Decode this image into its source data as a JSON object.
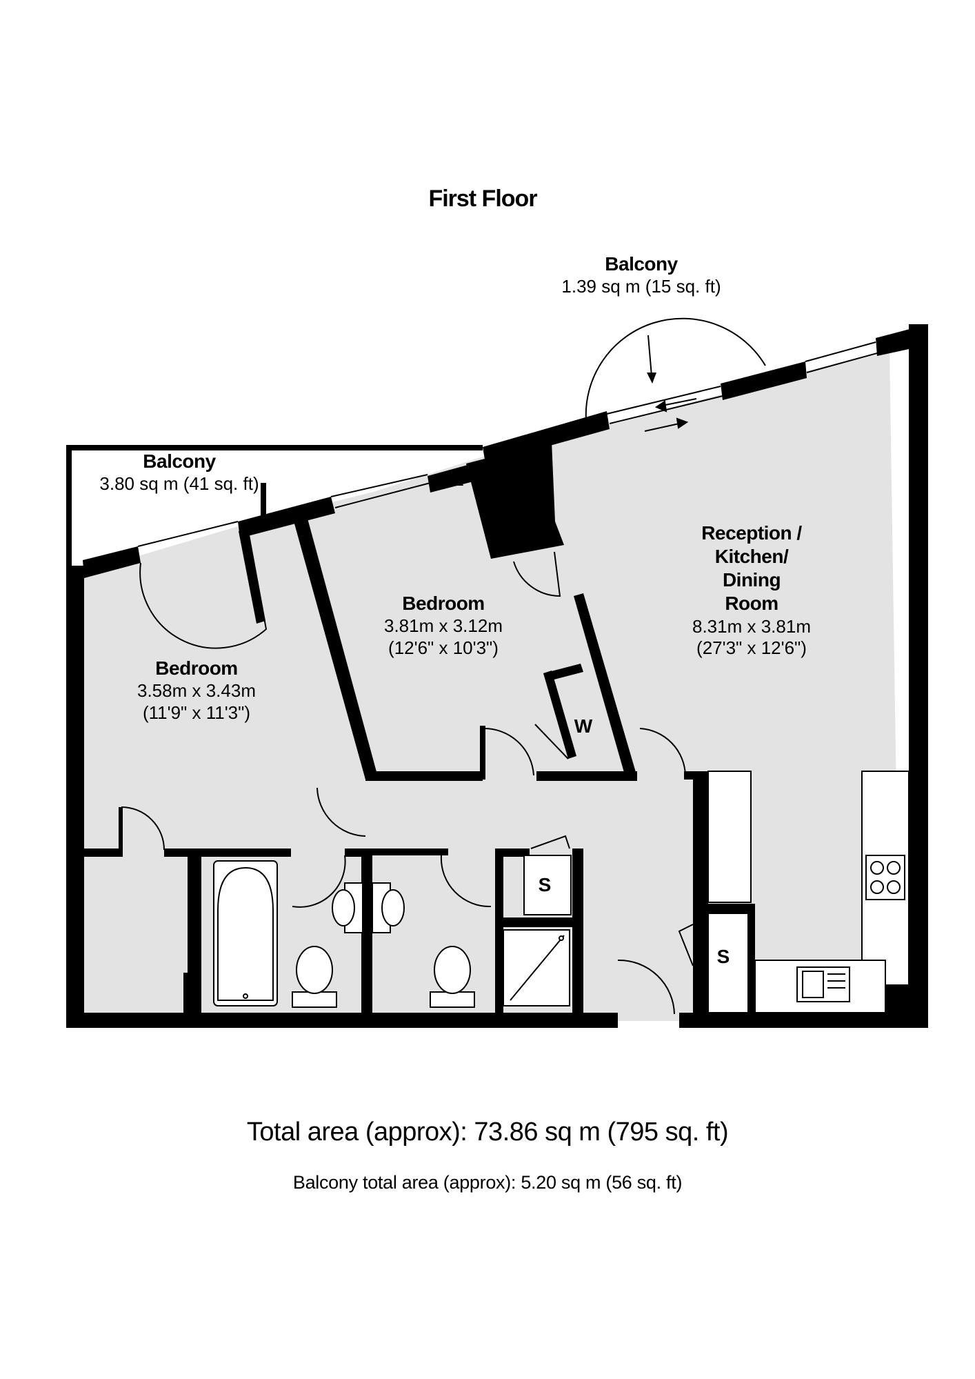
{
  "plan": {
    "title": "First Floor",
    "rooms": {
      "balcony_top": {
        "name": "Balcony",
        "area": "1.39 sq m (15 sq. ft)"
      },
      "balcony_left": {
        "name": "Balcony",
        "area": "3.80 sq m (41 sq. ft)"
      },
      "bedroom_1": {
        "name": "Bedroom",
        "dim_m": "3.58m x 3.43m",
        "dim_ft": "(11'9\" x 11'3\")"
      },
      "bedroom_2": {
        "name": "Bedroom",
        "dim_m": "3.81m x 3.12m",
        "dim_ft": "(12'6\" x 10'3\")"
      },
      "reception": {
        "name_line1": "Reception /",
        "name_line2": "Kitchen/",
        "name_line3": "Dining",
        "name_line4": "Room",
        "dim_m": "8.31m x 3.81m",
        "dim_ft": "(27'3\" x 12'6\")"
      }
    },
    "marks": {
      "wardrobe": "W",
      "storage_1": "S",
      "storage_2": "S"
    },
    "totals": {
      "total_area": "Total area (approx): 73.86 sq m (795 sq. ft)",
      "balcony_total": "Balcony total area (approx):  5.20 sq m (56 sq. ft)"
    },
    "colors": {
      "wall": "#000000",
      "floor": "#e3e3e3",
      "balcony": "#ffffff",
      "fixture_line": "#000000"
    }
  }
}
